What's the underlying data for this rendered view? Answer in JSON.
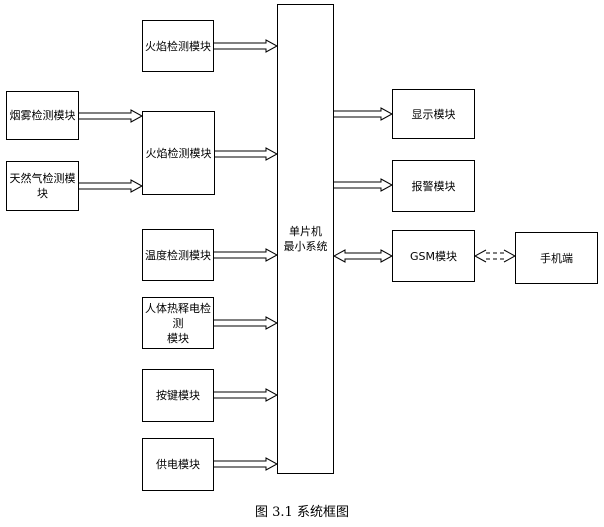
{
  "modules": {
    "flame_top": "火焰检测模块",
    "smoke": "烟雾检测模块",
    "gas": "天然气检测模块",
    "flame_mid": "火焰检测模块",
    "temperature": "温度检测模块",
    "pyro_line1": "人体热释电检测",
    "pyro_line2": "模块",
    "keys": "按键模块",
    "power": "供电模块",
    "mcu_line1": "单片机",
    "mcu_line2": "最小系统",
    "display": "显示模块",
    "alarm": "报警模块",
    "gsm": "GSM模块",
    "phone": "手机端"
  },
  "caption": "图 3.1  系统框图"
}
